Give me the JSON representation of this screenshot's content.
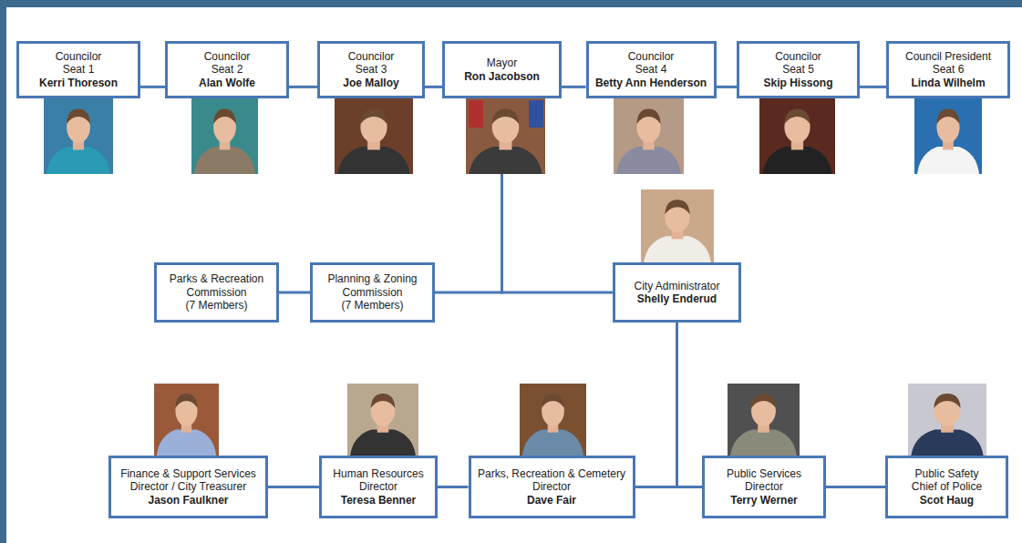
{
  "diagram": {
    "nodes": [
      {
        "text": [
          "Councilor",
          "Seat 1",
          "Kerri Thoreson"
        ]
      },
      {
        "text": [
          "Councilor",
          "Seat 2",
          "Alan Wolfe"
        ]
      },
      {
        "text": [
          "Councilor",
          "Seat 3",
          "Joe Malloy"
        ]
      },
      {
        "text": [
          "Mayor",
          "Ron Jacobson"
        ]
      },
      {
        "text": [
          "Councilor",
          "Seat 4",
          "Betty Ann Henderson"
        ]
      },
      {
        "text": [
          "Councilor",
          "Seat 5",
          "Skip Hissong"
        ]
      },
      {
        "text": [
          "Council President",
          "Seat 6",
          "Linda Wilhelm"
        ]
      },
      {
        "text": [
          "Parks & Recreation Commission",
          "(7 Members)"
        ]
      },
      {
        "text": [
          "Planning & Zoning Commission",
          "(7 Members)"
        ]
      },
      {
        "text": [
          "City Administrator",
          "Shelly Enderud"
        ]
      },
      {
        "text": [
          "Finance & Support Services",
          "Director / City Treasurer",
          "Jason Faulkner"
        ]
      },
      {
        "text": [
          "Human Resources",
          "Director",
          "Teresa Benner"
        ]
      },
      {
        "text": [
          "Parks, Recreation & Cemetery",
          "Director",
          "Dave Fair"
        ]
      },
      {
        "text": [
          "Public Services",
          "Director",
          "Terry Werner"
        ]
      },
      {
        "text": [
          "Public Safety",
          "Chief of Police",
          "Scot Haug"
        ]
      }
    ],
    "edges": [
      {
        "from": 0,
        "to": 1,
        "arrow": "none"
      },
      {
        "from": 1,
        "to": 2,
        "arrow": "none"
      },
      {
        "from": 2,
        "to": 3,
        "arrow": "none"
      },
      {
        "from": 3,
        "to": 4,
        "arrow": "none"
      },
      {
        "from": 4,
        "to": 5,
        "arrow": "none"
      },
      {
        "from": 5,
        "to": 6,
        "arrow": "none"
      },
      {
        "from": 3,
        "to": 8,
        "arrow": "none"
      },
      {
        "from": 3,
        "to": 9,
        "arrow": "none"
      },
      {
        "from": 7,
        "to": 8,
        "arrow": "none"
      },
      {
        "from": 9,
        "to": 12,
        "arrow": "none"
      },
      {
        "from": 9,
        "to": 13,
        "arrow": "none"
      },
      {
        "from": 10,
        "to": 11,
        "arrow": "none"
      },
      {
        "from": 11,
        "to": 12,
        "arrow": "none"
      },
      {
        "from": 13,
        "to": 14,
        "arrow": "none"
      }
    ]
  }
}
